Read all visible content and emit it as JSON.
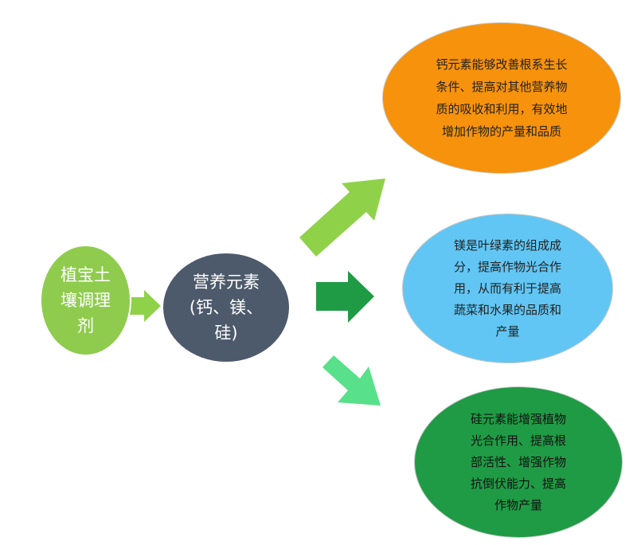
{
  "source": {
    "label": "植宝土\n壤调理\n剂"
  },
  "center": {
    "label": "营养元素\n(钙、镁、\n硅)"
  },
  "outcomes": {
    "calcium": "钙元素能够改善根系生长\n条件、提高对其他营养物\n质的吸收和利用，有效地\n增加作物的产量和品质",
    "magnesium": "镁是叶绿素的组成成\n分，提高作物光合作\n用，从而有利于提高\n蔬菜和水果的品质和\n产量",
    "silicon": "硅元素能增强植物\n光合作用、提高根\n部活性、增强作物\n抗倒伏能力、提高\n作物产量"
  },
  "colors": {
    "source_fill": "#8fcc4e",
    "center_fill": "#4d5a6b",
    "calcium_fill": "#f7920c",
    "magnesium_fill": "#61c6f4",
    "silicon_fill": "#1f9b45",
    "arrow_light_green": "#8fd24a",
    "arrow_dark_green": "#1f9b45",
    "arrow_mint": "#58e08a"
  }
}
